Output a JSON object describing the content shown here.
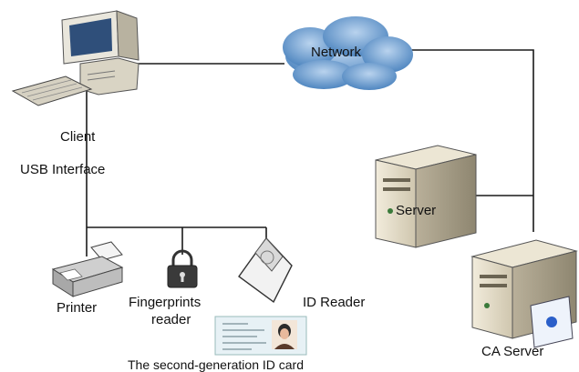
{
  "nodes": {
    "client": "Client",
    "usb_interface": "USB Interface",
    "network": "Network",
    "server": "Server",
    "ca_server": "CA Server",
    "printer": "Printer",
    "fingerprints_reader_line1": "Fingerprints",
    "fingerprints_reader_line2": "reader",
    "id_reader": "ID Reader",
    "id_card": "The second-generation ID card"
  },
  "colors": {
    "line": "#1a1a1a",
    "cloud": "#5f95c9",
    "server_body": "#e3dbc6",
    "monitor_screen": "#2f4f7a"
  },
  "icons": [
    "computer-icon",
    "cloud-icon",
    "server-icon",
    "ca-server-icon",
    "printer-icon",
    "fingerprint-reader-icon",
    "id-reader-icon",
    "id-card-icon"
  ]
}
